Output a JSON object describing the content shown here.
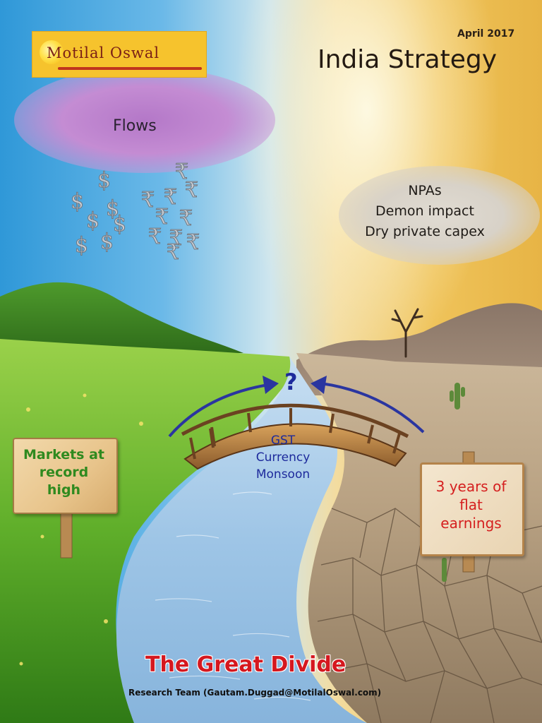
{
  "header": {
    "logo_text": "Motilal Oswal",
    "date": "April 2017",
    "title": "India Strategy"
  },
  "clouds": {
    "left_label": "Flows",
    "right_lines": [
      "NPAs",
      "Demon impact",
      "Dry private capex"
    ]
  },
  "currency_symbols": {
    "dollar": "$",
    "rupee": "₹"
  },
  "signs": {
    "left_lines": [
      "Markets at",
      "record",
      "high"
    ],
    "right_lines": [
      "3 years of",
      "flat",
      "earnings"
    ]
  },
  "bridge": {
    "question": "?",
    "river_lines": [
      "GST",
      "Currency",
      "Monsoon"
    ]
  },
  "footer": {
    "title": "The Great Divide",
    "research_team": "Research Team (Gautam.Duggad@MotilalOswal.com)"
  },
  "colors": {
    "brand_yellow": "#f6c32d",
    "brand_red": "#7a1f16",
    "headline_red": "#d5181f",
    "river_text_blue": "#1d2a9c",
    "sign_green": "#2f8a1f",
    "sign_red": "#d51f1f"
  }
}
